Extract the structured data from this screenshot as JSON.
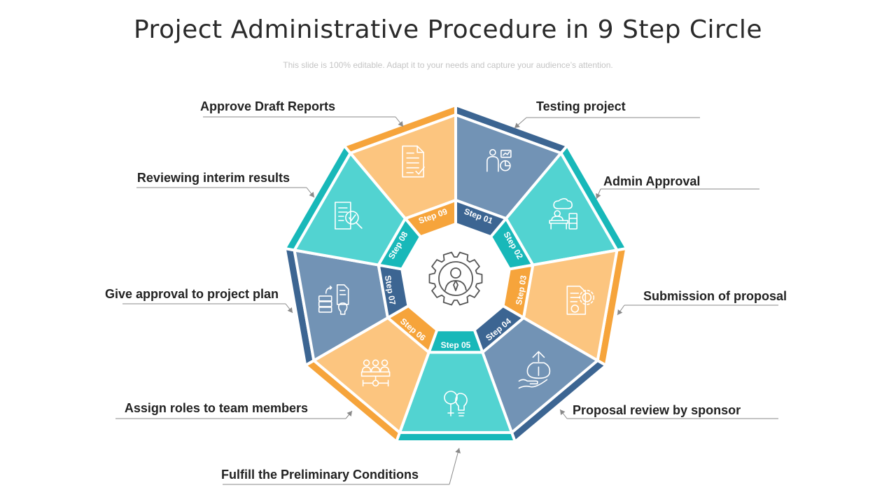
{
  "title": "Project Administrative Procedure in 9 Step Circle",
  "subtitle": "This slide is 100% editable. Adapt it to your needs and capture your audience’s attention.",
  "colors": {
    "orange_light": "#FCC57F",
    "orange_dark": "#F6A43B",
    "teal_light": "#52D3D1",
    "teal_dark": "#18B8B9",
    "blue_light": "#7293B5",
    "blue_dark": "#3C6592",
    "leader_line": "#8a8a8a",
    "label_text": "#222222",
    "icon_line": "#ffffff",
    "center_icon": "#555555"
  },
  "center_icon": "gear-person-icon",
  "steps": [
    {
      "step": "Step 01",
      "label": "Testing project",
      "theme": "blue",
      "icon": "analytics-person-icon"
    },
    {
      "step": "Step 02",
      "label": "Admin Approval",
      "theme": "teal",
      "icon": "admin-desk-icon"
    },
    {
      "step": "Step 03",
      "label": "Submission of proposal",
      "theme": "orange",
      "icon": "document-gear-icon"
    },
    {
      "step": "Step 04",
      "label": "Proposal review by sponsor",
      "theme": "blue",
      "icon": "money-hand-icon"
    },
    {
      "step": "Step 05",
      "label": "Fulfill the Preliminary Conditions",
      "theme": "teal",
      "icon": "magnifier-bulb-icon"
    },
    {
      "step": "Step 06",
      "label": "Assign roles to team members",
      "theme": "orange",
      "icon": "team-network-icon"
    },
    {
      "step": "Step 07",
      "label": "Give approval to project plan",
      "theme": "blue",
      "icon": "server-bulb-icon"
    },
    {
      "step": "Step 08",
      "label": "Reviewing interim results",
      "theme": "teal",
      "icon": "document-check-icon"
    },
    {
      "step": "Step 09",
      "label": "Approve Draft Reports",
      "theme": "orange",
      "icon": "report-document-icon"
    }
  ]
}
